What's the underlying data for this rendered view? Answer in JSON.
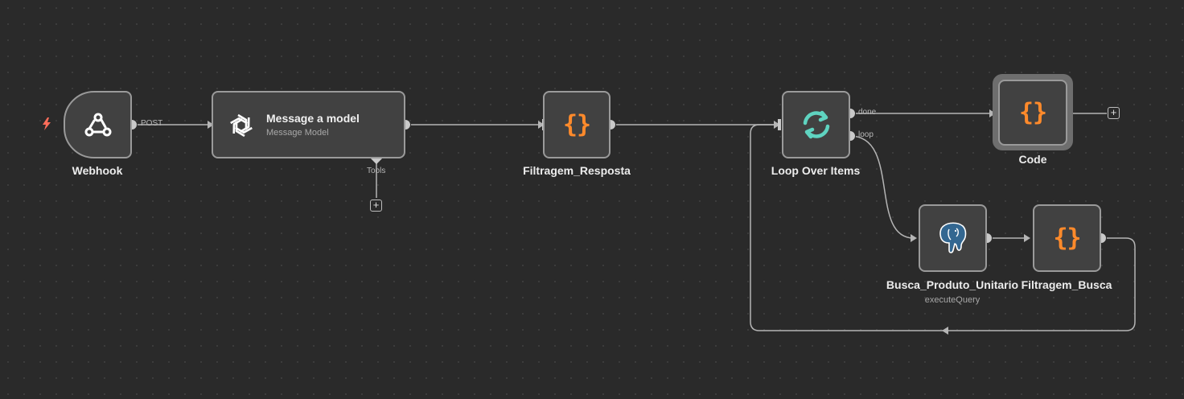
{
  "canvas": {
    "colors": {
      "background": "#2a2a2a",
      "node_bg": "#414141",
      "node_border": "#9a9a9a",
      "edge": "#b5b5b5",
      "brace": "#ff8a2b",
      "loop_icon": "#5fd3c0",
      "trigger": "#ff6d5a"
    },
    "trigger_icon": "lightning-bolt-icon"
  },
  "nodes": {
    "webhook": {
      "label": "Webhook",
      "icon": "webhook-icon",
      "output_label": "POST"
    },
    "message_model": {
      "title": "Message a model",
      "subtitle": "Message Model",
      "icon": "openai-icon",
      "tools_label": "Tools"
    },
    "filtragem_resposta": {
      "label": "Filtragem_Resposta",
      "icon": "code-braces-icon",
      "glyph": "{}"
    },
    "loop_over_items": {
      "label": "Loop Over Items",
      "icon": "loop-icon",
      "done_label": "done",
      "loop_label": "loop"
    },
    "code": {
      "label": "Code",
      "icon": "code-braces-icon",
      "glyph": "{}"
    },
    "busca_produto": {
      "label": "Busca_Produto_Unitario",
      "subtitle": "executeQuery",
      "icon": "postgres-elephant-icon"
    },
    "filtragem_busca": {
      "label": "Filtragem_Busca",
      "icon": "code-braces-icon",
      "glyph": "{}"
    }
  },
  "buttons": {
    "add_symbol": "+"
  }
}
